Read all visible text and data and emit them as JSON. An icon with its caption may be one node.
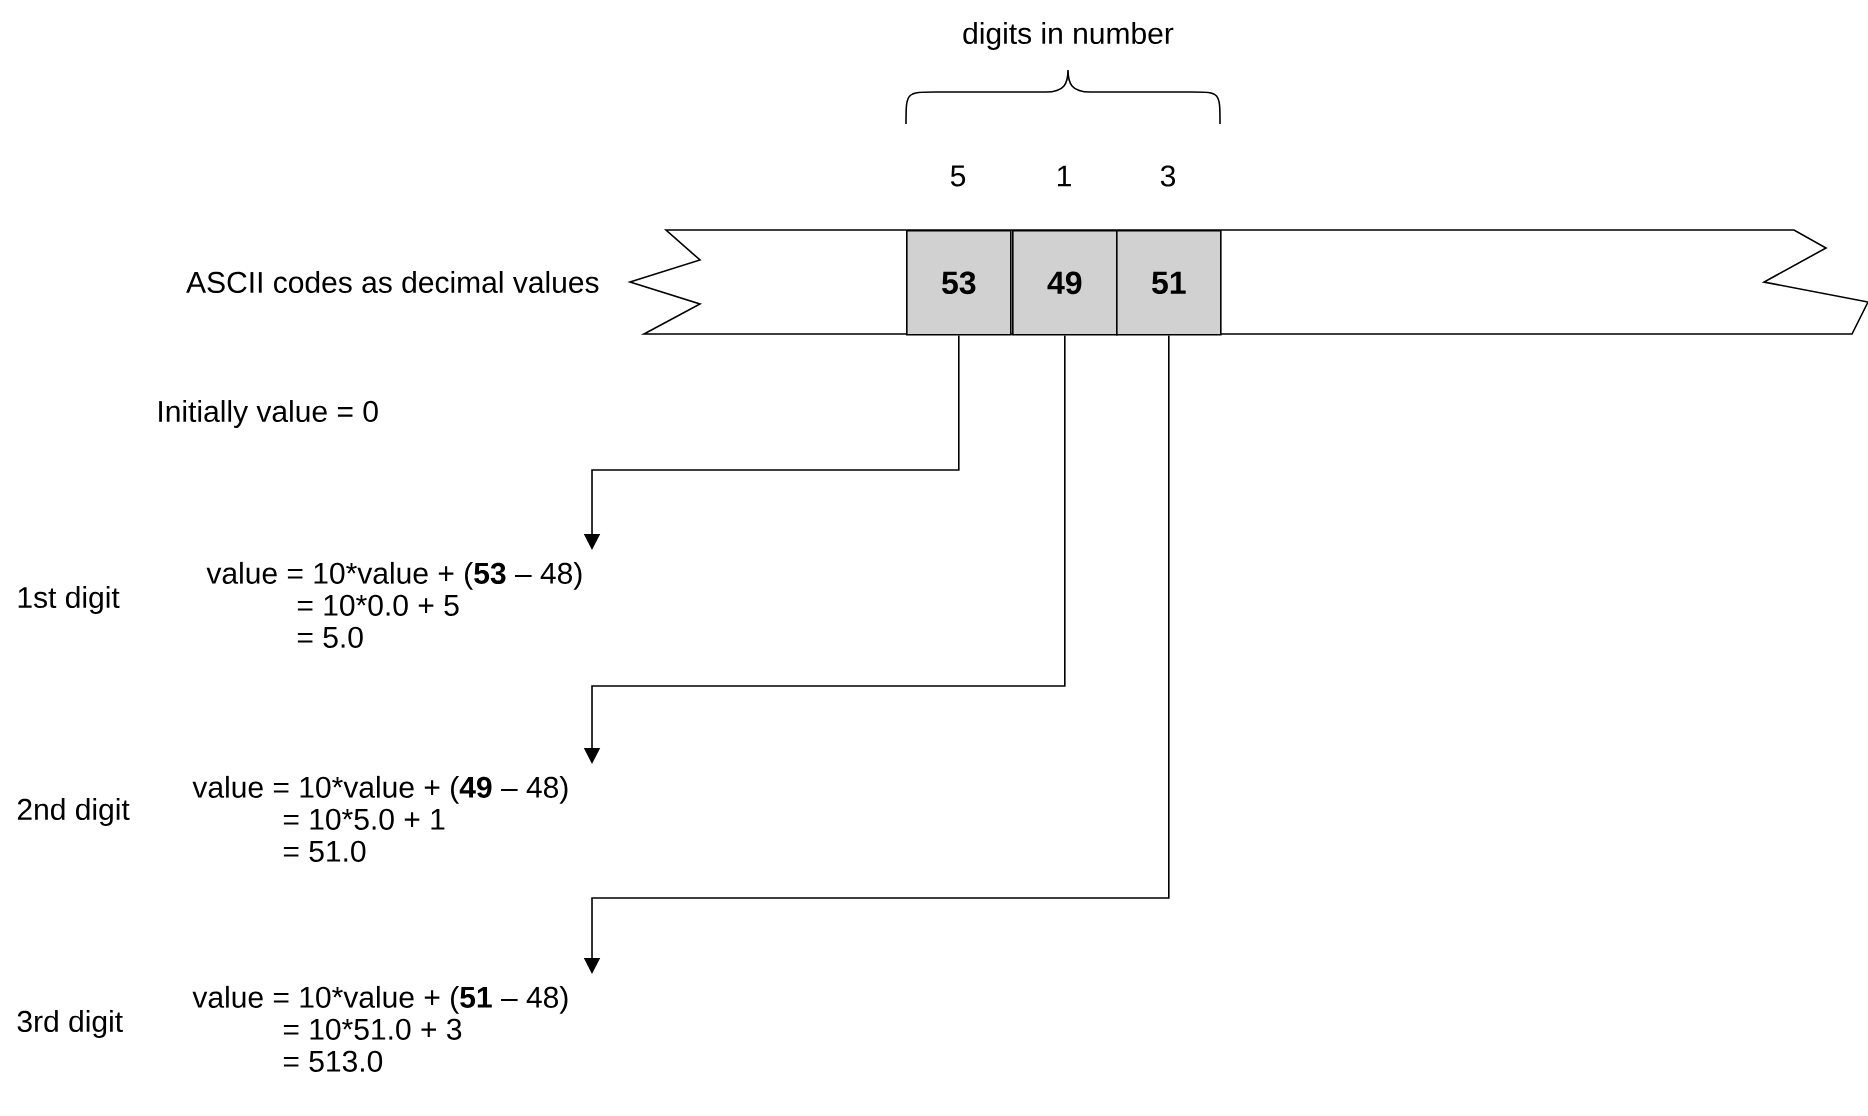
{
  "diagram": {
    "nodes": [
      {
        "text": [],
        "shape": "band",
        "beside": [
          "ASCII codes as decimal values"
        ]
      },
      {
        "text": [
          "53"
        ],
        "in": 0
      },
      {
        "text": [
          "49"
        ],
        "in": 0
      },
      {
        "text": [
          "51"
        ],
        "in": 0
      },
      {
        "text": [
          "value = 10*value + (**53** – 48)",
          "= 10*0.0 + 5",
          "= 5.0"
        ],
        "beside": [
          "1st digit"
        ]
      },
      {
        "text": [
          "value = 10*value + (**49** – 48)",
          "= 10*5.0 + 1",
          "= 51.0"
        ],
        "beside": [
          "2nd digit"
        ]
      },
      {
        "text": [
          "value = 10*value + (**51** – 48)",
          "= 10*51.0 + 3",
          "= 513.0"
        ],
        "beside": [
          "3rd digit"
        ]
      }
    ],
    "edges": [
      {
        "from": 1,
        "to": 4,
        "arrow": "to"
      },
      {
        "from": 2,
        "to": 5,
        "arrow": "to"
      },
      {
        "from": 3,
        "to": 6,
        "arrow": "to"
      }
    ],
    "labels": [
      "digits in number",
      "5",
      "1",
      "3",
      "Initially value = 0"
    ]
  }
}
